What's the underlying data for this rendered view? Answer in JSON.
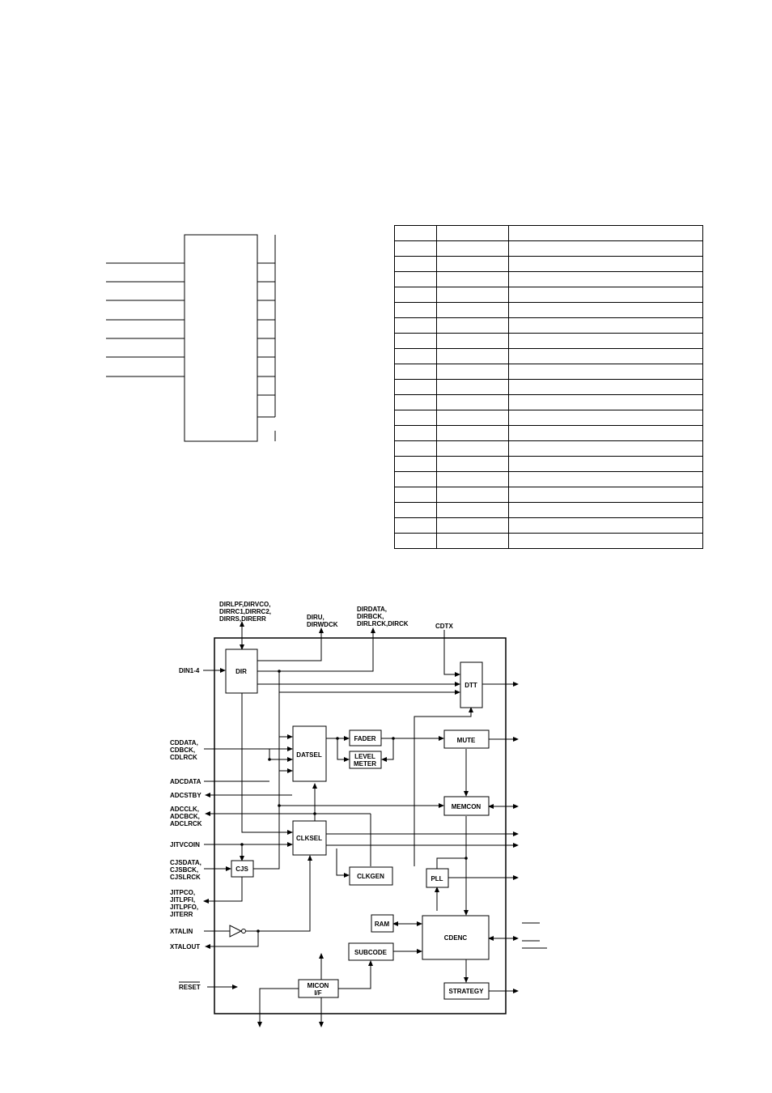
{
  "pin_table": {
    "rows": 21,
    "columns": 3
  },
  "blocks": {
    "dir": "DIR",
    "dtt": "DTT",
    "datsel": "DATSEL",
    "fader": "FADER",
    "level_meter_1": "LEVEL",
    "level_meter_2": "METER",
    "mute": "MUTE",
    "memcon": "MEMCON",
    "clksel": "CLKSEL",
    "cjs": "CJS",
    "clkgen": "CLKGEN",
    "pll": "PLL",
    "ram": "RAM",
    "cdenc": "CDENC",
    "subcode": "SUBCODE",
    "micon_1": "MICON",
    "micon_2": "I/F",
    "strategy": "STRATEGY"
  },
  "signals": {
    "dirlpf_1": "DIRLPF,DIRVCO,",
    "dirlpf_2": "DIRRC1,DIRRC2,",
    "dirlpf_3": "DIRRS,DIRERR",
    "diru_1": "DIRU,",
    "diru_2": "DIRWDCK",
    "dirdata_1": "DIRDATA,",
    "dirdata_2": "DIRBCK,",
    "dirdata_3": "DIRLRCK,DIRCK",
    "cdtx": "CDTX",
    "din": "DIN1-4",
    "cddata_1": "CDDATA,",
    "cddata_2": "CDBCK,",
    "cddata_3": "CDLRCK",
    "adcdata": "ADCDATA",
    "adcstby": "ADCSTBY",
    "adcclk_1": "ADCCLK,",
    "adcclk_2": "ADCBCK,",
    "adcclk_3": "ADCLRCK",
    "jitvcoin": "JITVCOIN",
    "cjsdata_1": "CJSDATA,",
    "cjsdata_2": "CJSBCK,",
    "cjsdata_3": "CJSLRCK",
    "jitpco_1": "JITPCO,",
    "jitpco_2": "JITLPFI,",
    "jitpco_3": "JITLPFO,",
    "jitpco_4": "JITERR",
    "xtalin": "XTALIN",
    "xtalout": "XTALOUT",
    "reset": "RESET"
  },
  "colors": {
    "ink": "#000000",
    "background": "#ffffff"
  }
}
